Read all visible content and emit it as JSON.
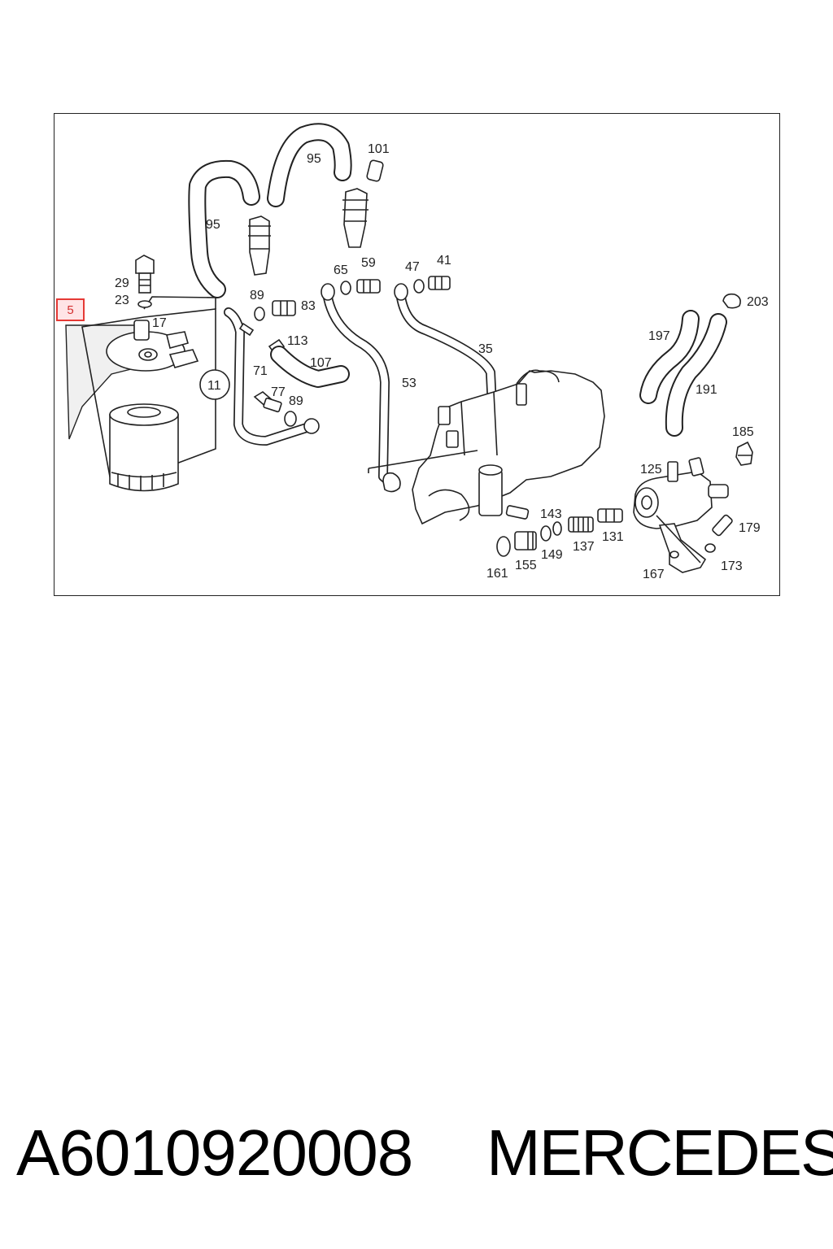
{
  "diagram": {
    "callouts": [
      {
        "id": "c-101",
        "text": "101"
      },
      {
        "id": "c-95a",
        "text": "95"
      },
      {
        "id": "c-95b",
        "text": "95"
      },
      {
        "id": "c-65",
        "text": "65"
      },
      {
        "id": "c-59",
        "text": "59"
      },
      {
        "id": "c-47",
        "text": "47"
      },
      {
        "id": "c-41",
        "text": "41"
      },
      {
        "id": "c-203",
        "text": "203"
      },
      {
        "id": "c-29",
        "text": "29"
      },
      {
        "id": "c-23",
        "text": "23"
      },
      {
        "id": "c-17",
        "text": "17"
      },
      {
        "id": "c-89a",
        "text": "89"
      },
      {
        "id": "c-83",
        "text": "83"
      },
      {
        "id": "c-113",
        "text": "113"
      },
      {
        "id": "c-107",
        "text": "107"
      },
      {
        "id": "c-35",
        "text": "35"
      },
      {
        "id": "c-197",
        "text": "197"
      },
      {
        "id": "c-191",
        "text": "191"
      },
      {
        "id": "c-71",
        "text": "71"
      },
      {
        "id": "c-77",
        "text": "77"
      },
      {
        "id": "c-89b",
        "text": "89"
      },
      {
        "id": "c-53",
        "text": "53"
      },
      {
        "id": "c-11",
        "text": "11"
      },
      {
        "id": "c-185",
        "text": "185"
      },
      {
        "id": "c-125",
        "text": "125"
      },
      {
        "id": "c-143",
        "text": "143"
      },
      {
        "id": "c-131",
        "text": "131"
      },
      {
        "id": "c-179",
        "text": "179"
      },
      {
        "id": "c-137",
        "text": "137"
      },
      {
        "id": "c-149",
        "text": "149"
      },
      {
        "id": "c-155",
        "text": "155"
      },
      {
        "id": "c-161",
        "text": "161"
      },
      {
        "id": "c-173",
        "text": "173"
      },
      {
        "id": "c-167",
        "text": "167"
      }
    ],
    "highlight_label": "5",
    "highlight_color": "#e53935"
  },
  "footer": {
    "part_number": "A6010920008",
    "brand": "MERCEDES"
  }
}
